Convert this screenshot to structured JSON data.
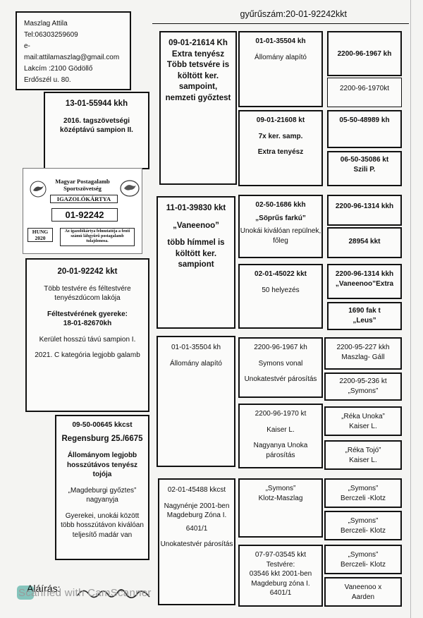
{
  "owner": {
    "name": "Maszlag Attila",
    "tel": "Tel:06303259609",
    "email": "e-mail:attilamaszlag@gmail.com",
    "address1": "Lakcím :2100 Gödöllő",
    "address2": "Erdőszél u. 80."
  },
  "ring_header": "gyűrűszám:20-01-92242kkt",
  "card": {
    "org": "Magyar Postagalamb Sportszövetség",
    "title": "IGAZOLÓKÁRTYA",
    "number": "01-92242",
    "country": "HUNG",
    "year": "2020",
    "note": "Az igazolókártya felmutatója a fenti számú lábgyűrű postagalamb tulajdonosa."
  },
  "subject": {
    "ring": "20-01-92242 kkt",
    "line1": "Több testvére és féltestvére tenyészdúcom lakója",
    "line2": "Féltestvérének gyereke:",
    "line3": "18-01-82670kh",
    "line4": "Kerület hosszú távú sampion I.",
    "line5": "2021. C kategória legjobb galamb"
  },
  "sire": {
    "ring": "13-01-55944 kkh",
    "text": "2016. tagszövetségi középtávú sampion II."
  },
  "dam": {
    "ring": "09-50-00645 kkcst",
    "line1": "Regensburg 25./6675",
    "line2": "Állományom legjobb hosszútávos tenyész tojója",
    "line3": "„Magdeburgi győztes” nagyanyja",
    "line4": "Gyerekei, unokái között több hosszútávon kiválóan teljesítő madár van"
  },
  "gs1": {
    "ring": "09-01-21614 Kh",
    "text": "Extra tenyész Több tetsvére is költött ker. sampoint, nemzeti győztest"
  },
  "gd1": {
    "ring": "11-01-39830 kkt",
    "name": "„Vaneenoo”",
    "text": "több hímmel is költött ker. sampiont"
  },
  "gs2": {
    "ring": "01-01-35504 kh",
    "text": "Állomány alapító"
  },
  "gd2": {
    "ring": "02-01-45488 kkcst",
    "line1": "Nagynénje 2001-ben Magdeburg Zóna I.",
    "line2": "6401/1",
    "line3": "Unokatestvér párosítás"
  },
  "ggen": [
    {
      "ring": "01-01-35504 kh",
      "text": "Állomány alapító"
    },
    {
      "ring": "09-01-21608 kt",
      "line1": "7x ker. samp.",
      "line2": "Extra tenyész"
    },
    {
      "ring": "02-50-1686 kkh",
      "name": "„Söprűs farkú”",
      "text": "Unokái kiválóan repülnek, főleg"
    },
    {
      "ring": "02-01-45022 kkt",
      "text": "50 helyezés"
    },
    {
      "ring": "2200-96-1967 kh",
      "line1": "Symons vonal",
      "line2": "Unokatestvér párosítás"
    },
    {
      "ring": "2200-96-1970 kt",
      "line1": "Kaiser L.",
      "line2": "Nagyanya Unoka párosítás"
    },
    {
      "ring": "„Symons”",
      "text": "Klotz-Maszlag"
    },
    {
      "ring": "07-97-03545 kkt",
      "line1": "Testvére:",
      "line2": "03546 kkt 2001-ben Magdeburg zóna I.",
      "line3": "6401/1"
    }
  ],
  "gggen": [
    {
      "ring": "2200-96-1967 kh"
    },
    {
      "ring": "2200-96-1970kt"
    },
    {
      "ring": "05-50-48989 kh"
    },
    {
      "ring": "06-50-35086 kt",
      "name": "Szili P."
    },
    {
      "ring": "2200-96-1314 kkh",
      "name": ""
    },
    {
      "ring": "28954 kkt"
    },
    {
      "ring": "2200-96-1314 kkh",
      "name": "„Vaneenoo”Extra"
    },
    {
      "ring": "1690 fak t",
      "name": "„Leus”"
    },
    {
      "ring": "2200-95-227 kkh",
      "name": "Maszlag- Gáll"
    },
    {
      "ring": "2200-95-236 kt",
      "name": "„Symons”"
    },
    {
      "ring": "„Réka Unoka”",
      "name": "Kaiser L."
    },
    {
      "ring": "„Réka Tojó”",
      "name": "Kaiser L."
    },
    {
      "ring": "„Symons”",
      "name": "Berczeli -Klotz"
    },
    {
      "ring": "„Symons”",
      "name": "Berczeli- Klotz"
    },
    {
      "ring": "„Symons”",
      "name": "Berczeli- Klotz"
    },
    {
      "ring": "Vaneenoo x",
      "name": "Aarden"
    }
  ],
  "signature_label": "Aláírás:",
  "watermark": "Scanned with CamScanner"
}
